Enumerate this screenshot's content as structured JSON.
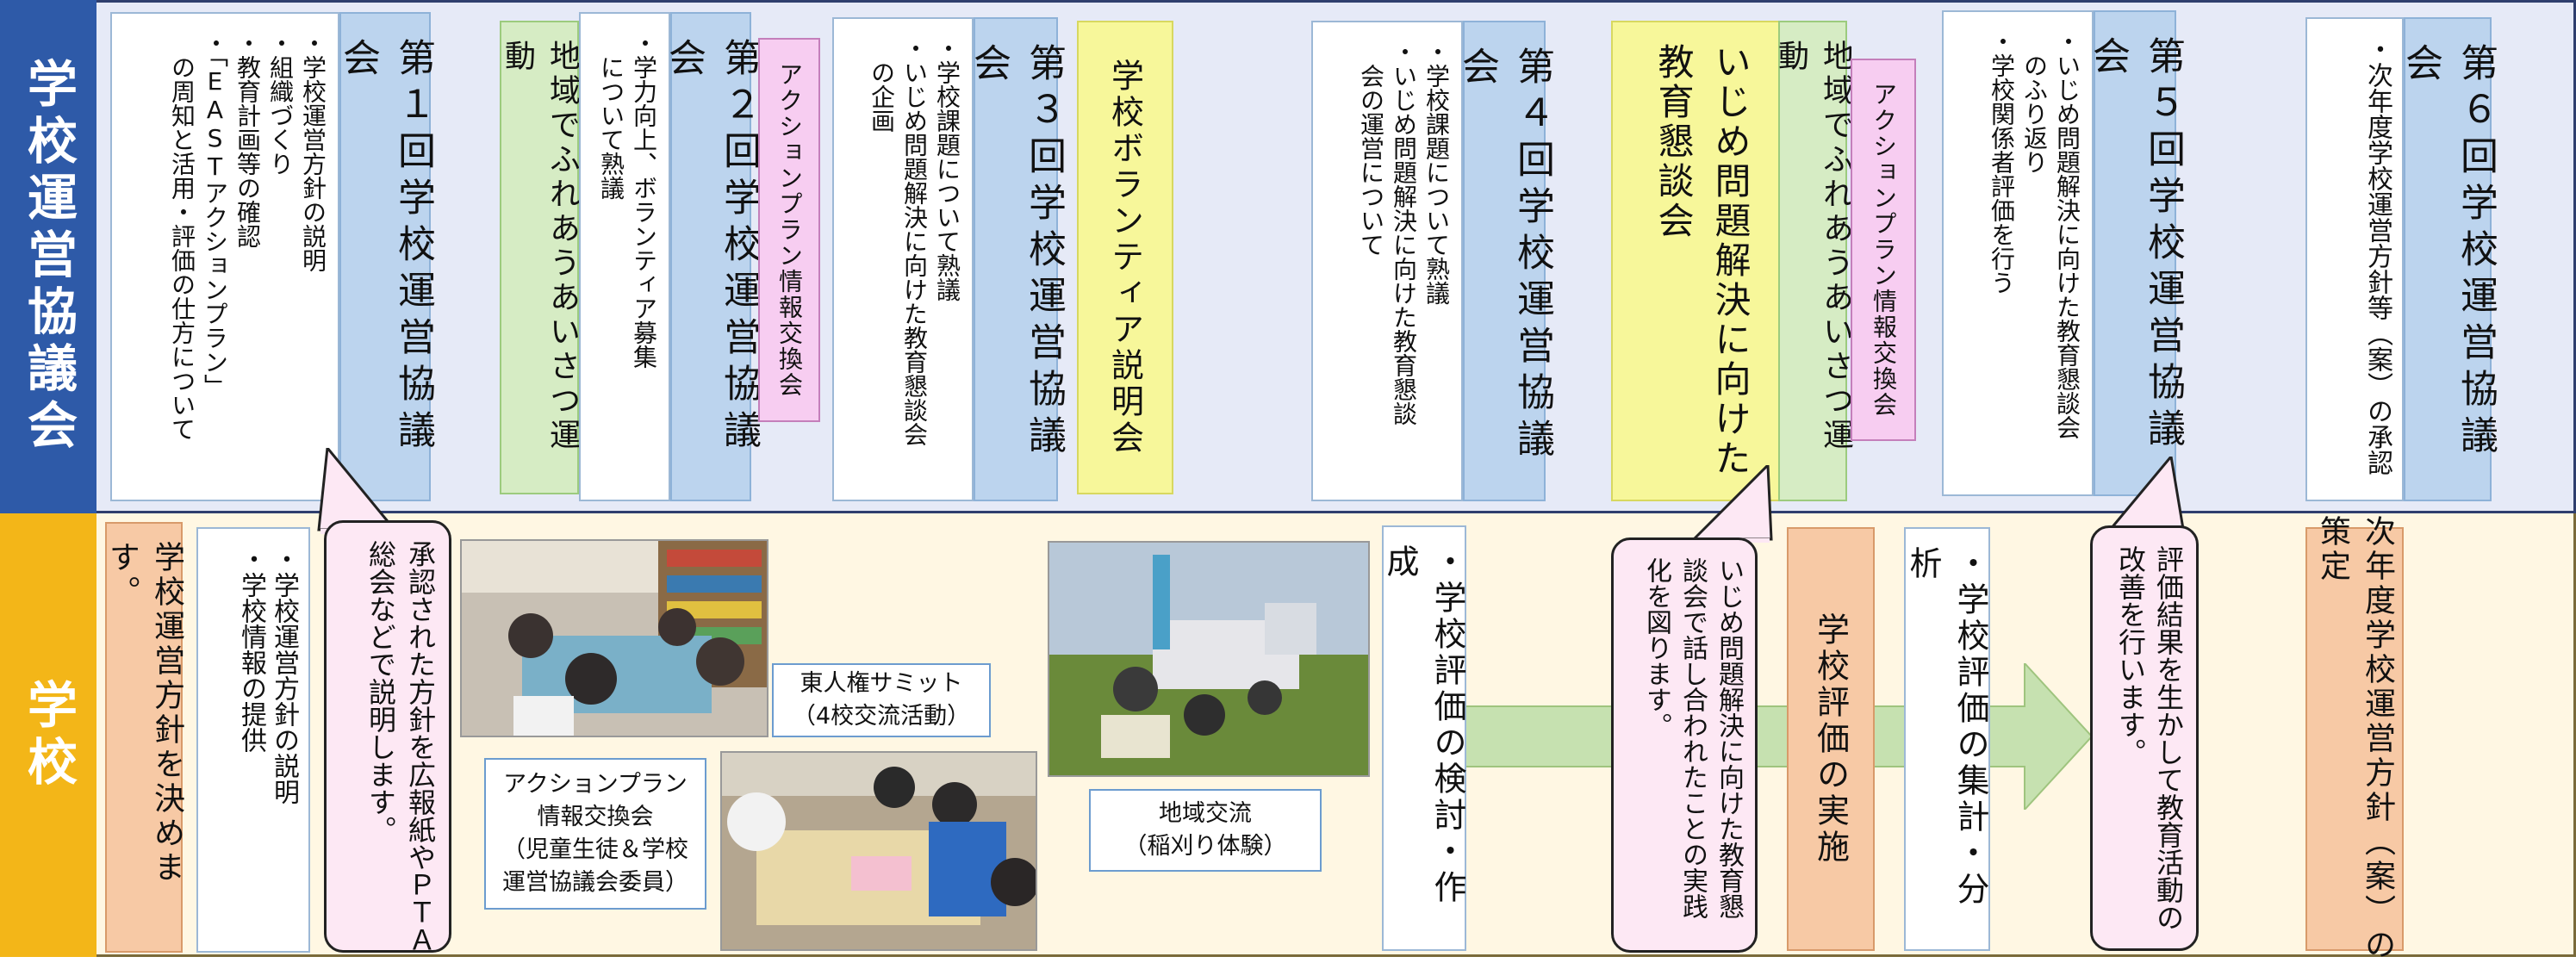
{
  "rows": {
    "top_label": "学校運営協議会",
    "bottom_label": "学校"
  },
  "top": {
    "m1_title": "第１回学校運営協議会",
    "m1_items": "・学校運営方針の説明\n・組織づくり\n・教育計画等の確認\n・「EASTアクションプラン」\n　の周知と活用・評価の仕方について",
    "aisatsu1": "地域でふれあうあいさつ運動",
    "m2_items": "・学力向上、ボランティア募集\n　について熟議",
    "m2_title": "第２回学校運営協議会",
    "action1": "アクションプラン情報交換会",
    "m3_items": "・学校課題について熟議\n・いじめ問題解決に向けた教育懇談会\n　の企画",
    "m3_title": "第３回学校運営協議会",
    "volunteer": "学校ボランティア説明会",
    "m4_items": "・学校課題について熟議\n・いじめ問題解決に向けた教育懇談\n　会の運営について",
    "m4_title": "第４回学校運営協議会",
    "ijime": "いじめ問題解決に向けた\n教育懇談会",
    "aisatsu2": "地域でふれあうあいさつ運動",
    "action2": "アクションプラン情報交換会",
    "m5_items": "・いじめ問題解決に向けた教育懇談会\n　のふり返り\n・学校関係者評価を行う",
    "m5_title": "第５回学校運営協議会",
    "m6_items": "・次年度学校運営方針等（案）の承認",
    "m6_title": "第６回学校運営協議会"
  },
  "bottom": {
    "decide": "学校運営方針を決めます。",
    "explain": "・学校運営方針の説明\n・学校情報の提供",
    "note1": "承認された方針を広報紙やＰＴＡ\n総会などで説明します。",
    "cap_summit": "東人権サミット\n（4校交流活動）",
    "cap_action": "アクションプラン\n情報交換会\n（児童生徒＆学校\n運営協議会委員）",
    "cap_local": "地域交流\n（稲刈り体験）",
    "eval_create": "・学校評価の検討・作成",
    "note2": "いじめ問題解決に向けた教育懇\n談会で話し合われたことの実践\n化を図ります。",
    "eval_do": "学校評価の実施",
    "eval_analyze": "・学校評価の集計・分析",
    "note3": "評価結果を生かして教育活動の\n改善を行います。",
    "next_plan": "次年度学校運営方針（案）の\n策定"
  },
  "colors": {
    "top_label_bg": "#2e5aa8",
    "bottom_label_bg": "#f3b618",
    "arrow": "#c6e1b0"
  }
}
